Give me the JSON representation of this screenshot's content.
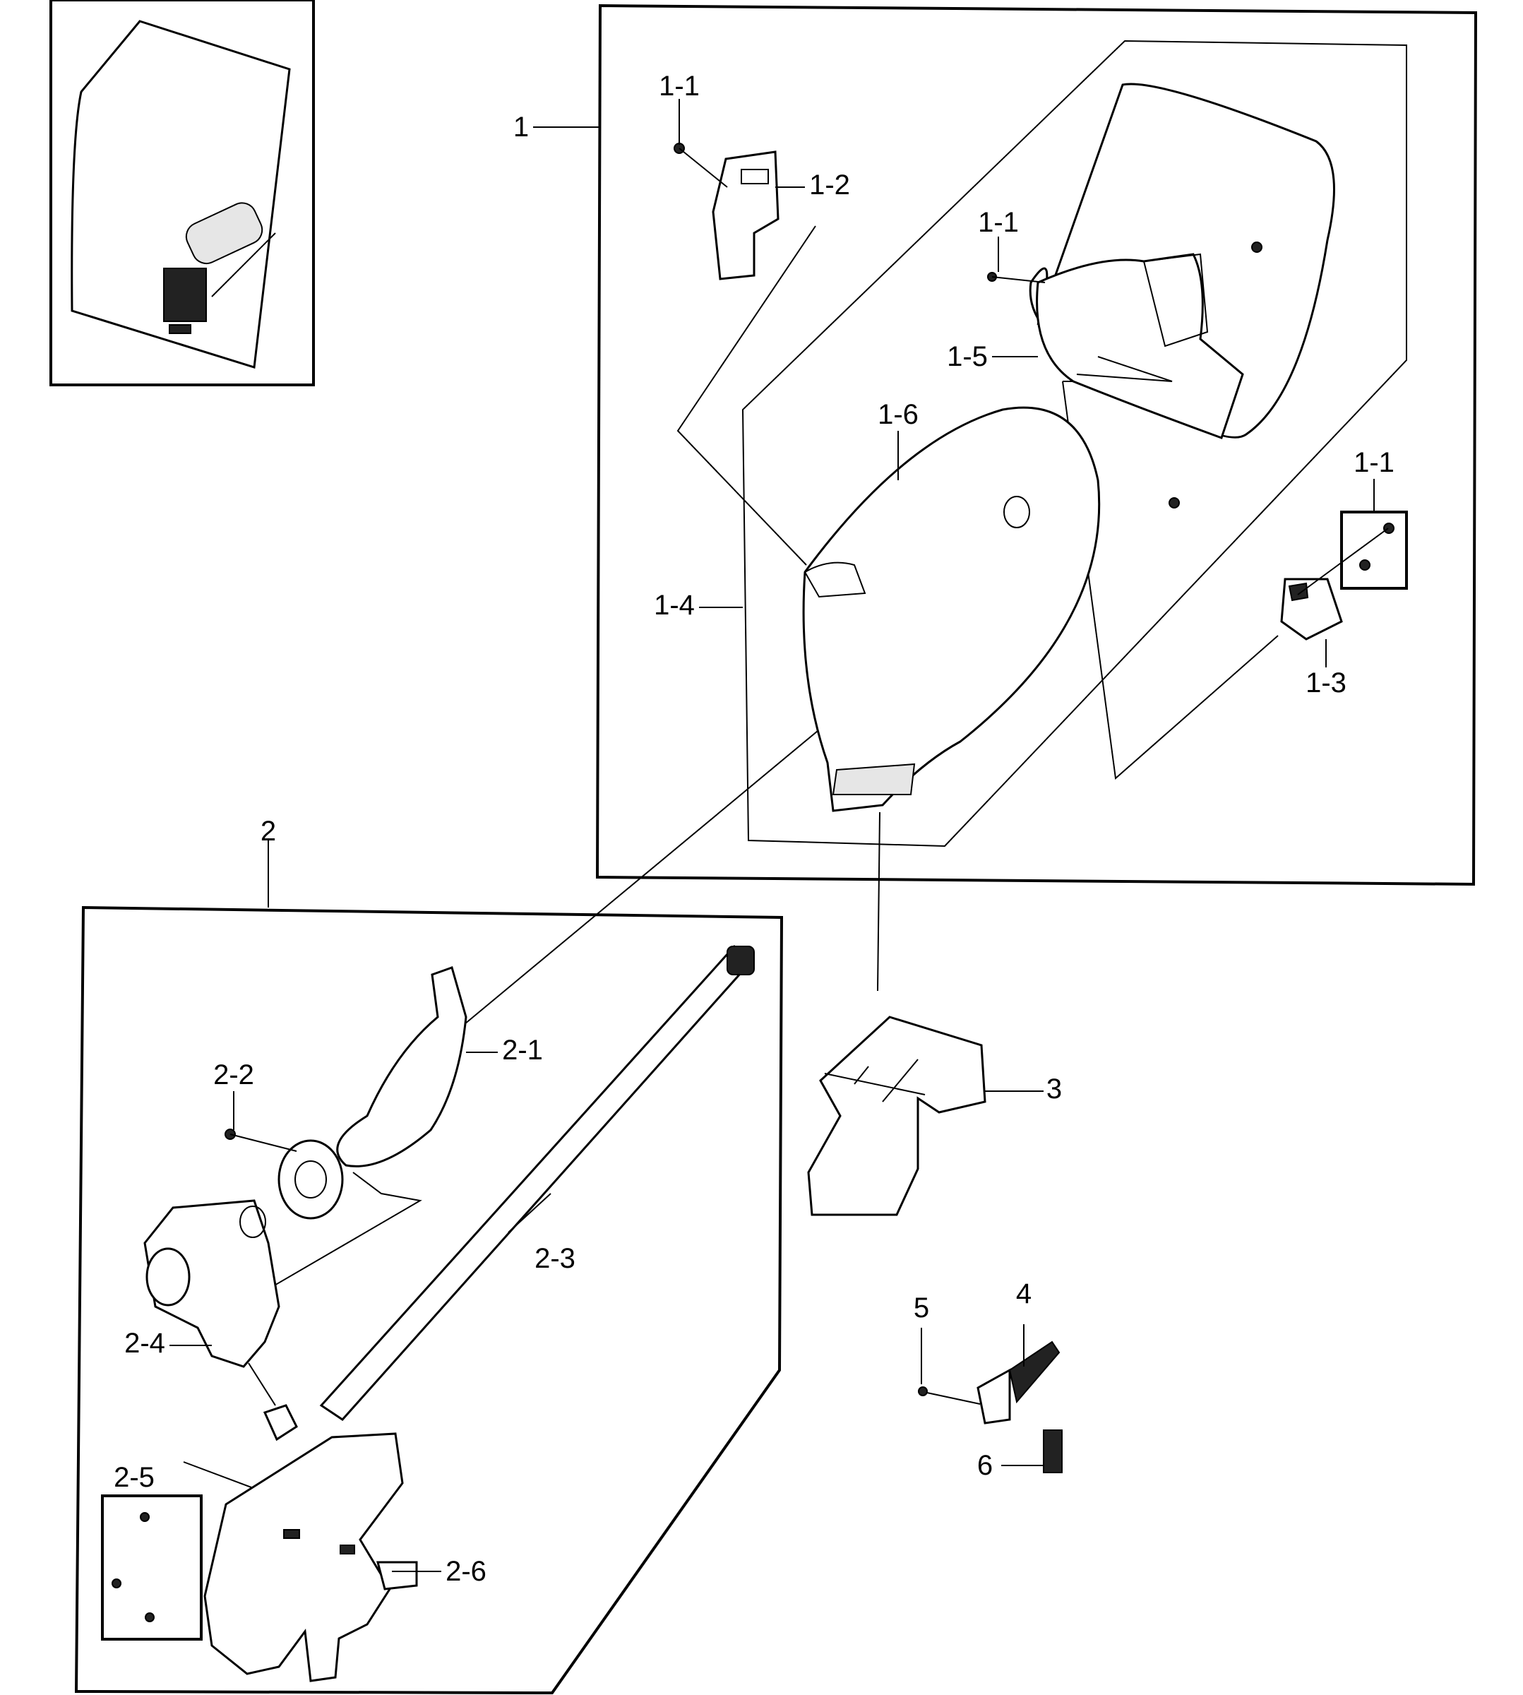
{
  "labels": {
    "l1": "1",
    "l1_1a": "1-1",
    "l1_2": "1-2",
    "l1_1b": "1-1",
    "l1_5": "1-5",
    "l1_6": "1-6",
    "l1_1c": "1-1",
    "l1_4": "1-4",
    "l1_3": "1-3",
    "l2": "2",
    "l2_1": "2-1",
    "l2_2": "2-2",
    "l2_3": "2-3",
    "l2_4": "2-4",
    "l2_5": "2-5",
    "l2_6": "2-6",
    "l3": "3",
    "l4": "4",
    "l5": "5",
    "l6": "6"
  }
}
